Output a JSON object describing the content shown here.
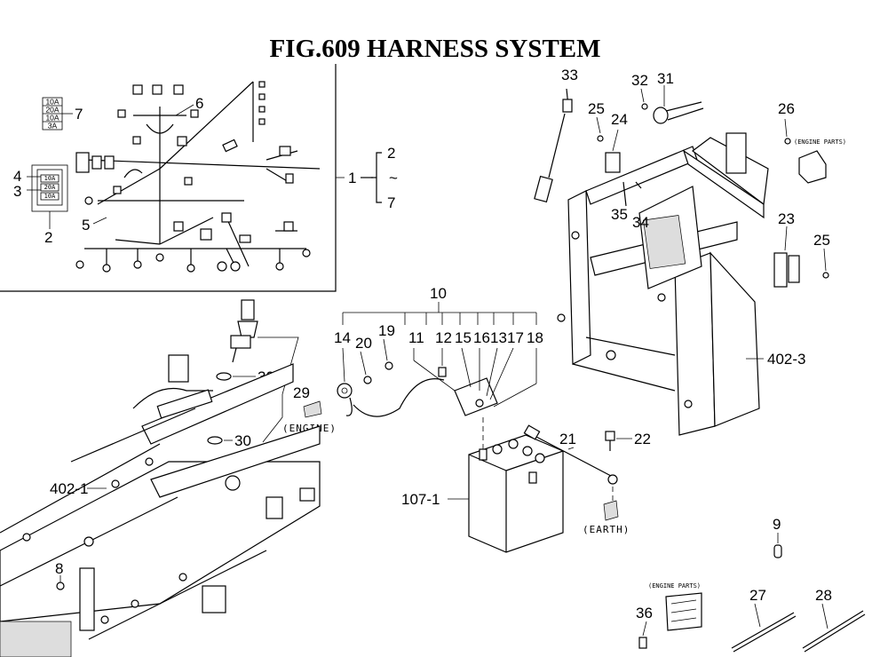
{
  "title": "FIG.609  HARNESS SYSTEM",
  "callouts": {
    "c1": "1",
    "c2": "2",
    "c2b": "2",
    "c3": "3",
    "c4": "4",
    "c5": "5",
    "c6": "6",
    "c7": "7",
    "c7b": "7",
    "c8": "8",
    "c9": "9",
    "c10": "10",
    "c11": "11",
    "c12": "12",
    "c13": "13",
    "c14": "14",
    "c15": "15",
    "c16": "16",
    "c17": "17",
    "c18": "18",
    "c19": "19",
    "c20": "20",
    "c21": "21",
    "c22": "22",
    "c23": "23",
    "c24": "24",
    "c25a": "25",
    "c25b": "25",
    "c26": "26",
    "c27": "27",
    "c28": "28",
    "c29": "29",
    "c30a": "30",
    "c30b": "30",
    "c31": "31",
    "c32": "32",
    "c33": "33",
    "c34": "34",
    "c35": "35",
    "c36": "36",
    "c402_1": "402-1",
    "c402_3": "402-3",
    "c107_1": "107-1"
  },
  "range_symbol": "~",
  "fuse_ratings": [
    "10A",
    "20A",
    "10A",
    "3A"
  ],
  "fuse_block_ratings": [
    "10A",
    "20A",
    "10A"
  ],
  "notes": {
    "engine": "(ENGINE)",
    "earth": "(EARTH)",
    "engine_parts_top": "(ENGINE PARTS)",
    "engine_parts_bottom": "(ENGINE PARTS)"
  }
}
